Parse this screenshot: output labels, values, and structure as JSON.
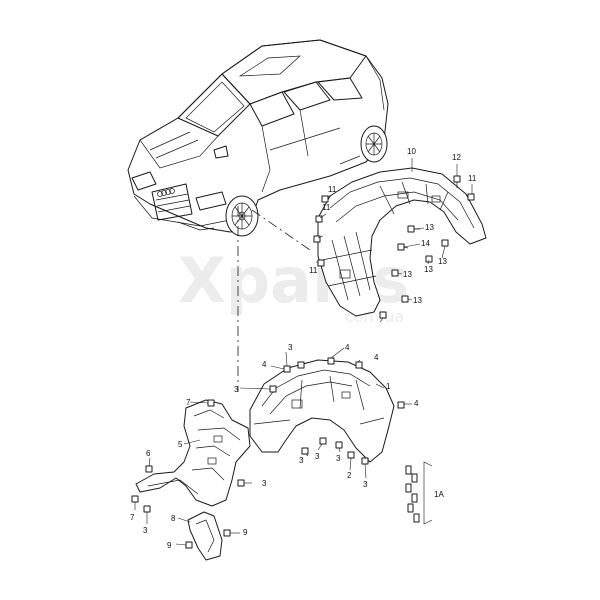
{
  "watermark": {
    "brand": "Xparts",
    "sub": "com.ua"
  },
  "callouts": {
    "c1": "1",
    "c2": "2",
    "c3a": "3",
    "c3b": "3",
    "c3c": "3",
    "c3d": "3",
    "c3e": "3",
    "c3f": "3",
    "c3g": "3",
    "c3h": "3",
    "c4a": "4",
    "c4b": "4",
    "c4c": "4",
    "c4d": "4",
    "c5": "5",
    "c6": "6",
    "c7a": "7",
    "c7b": "7",
    "c8": "8",
    "c9a": "9",
    "c9b": "9",
    "c10": "10",
    "c11a": "11",
    "c11b": "11",
    "c11c": "11",
    "c11d": "11",
    "c12": "12",
    "c13a": "13",
    "c13b": "13",
    "c13c": "13",
    "c13d": "13",
    "c13e": "13",
    "c14": "14",
    "c1A": "1A"
  }
}
